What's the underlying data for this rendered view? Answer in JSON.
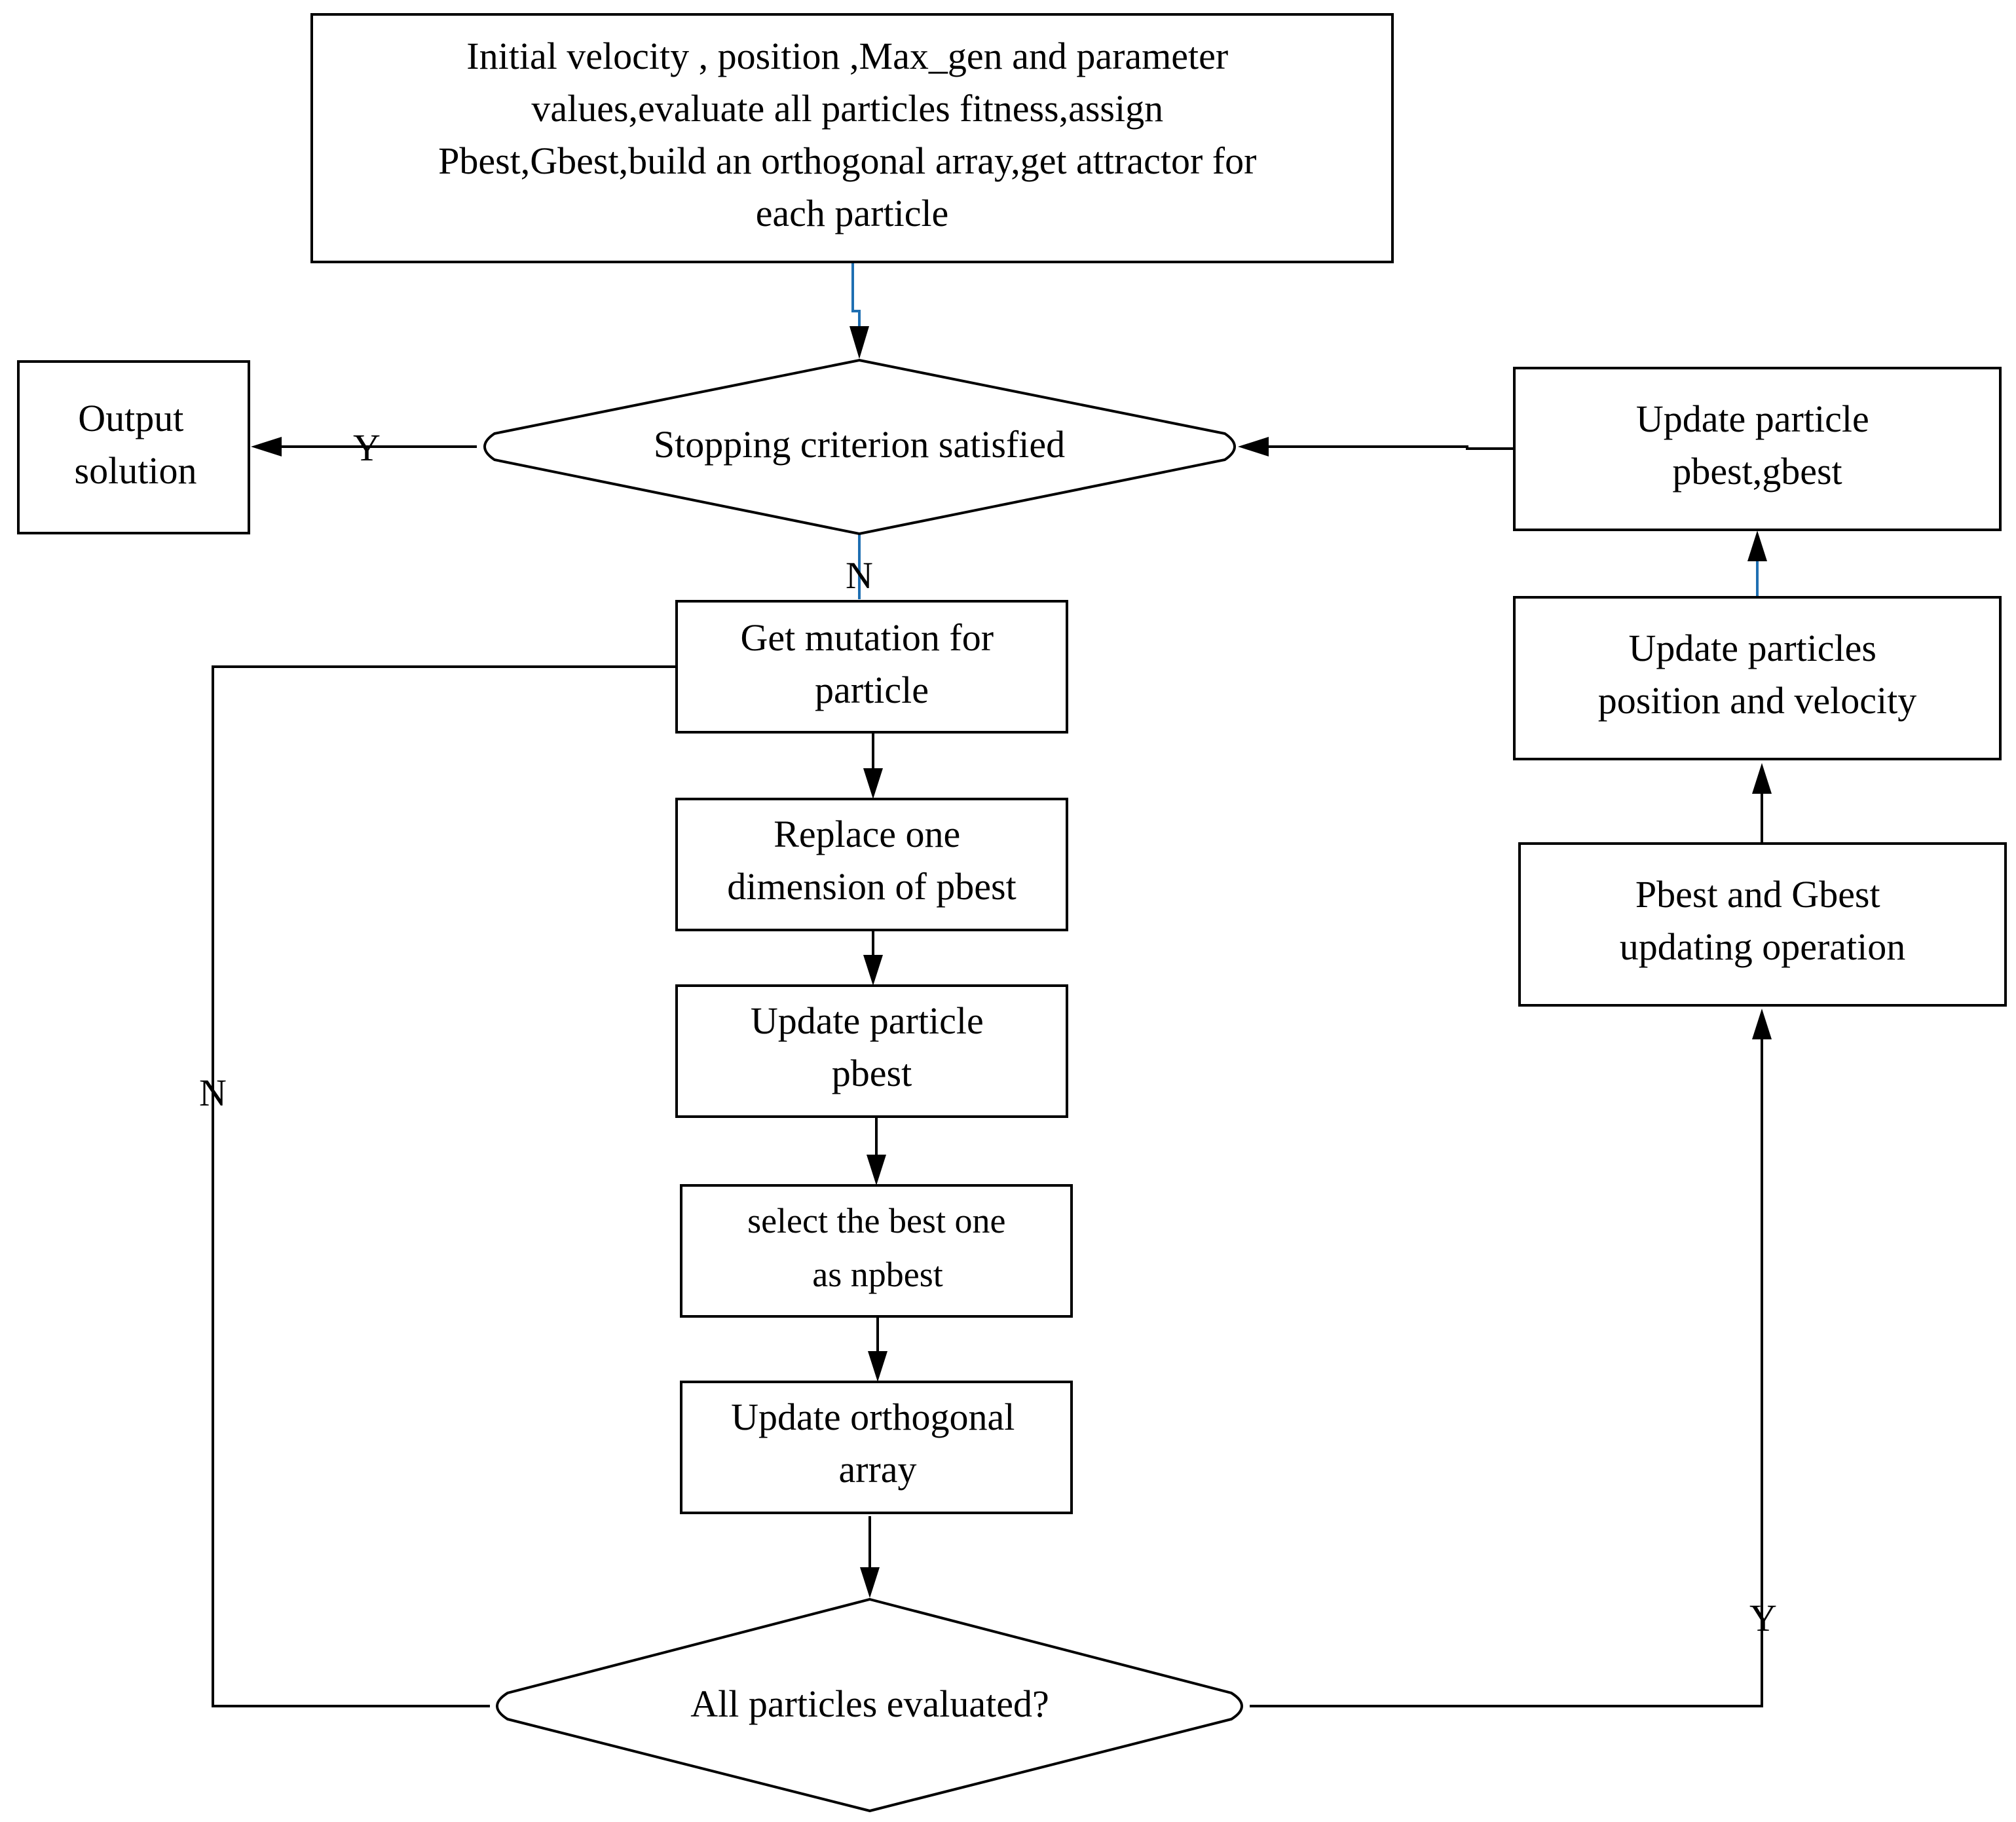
{
  "nodes": {
    "init": {
      "lines": [
        "Initial  velocity , position ,Max_gen and parameter",
        "values,evaluate all particles fitness,assign",
        "Pbest,Gbest,build an orthogonal array,get attractor for",
        "each particle"
      ]
    },
    "stopping": {
      "lines": [
        "Stopping criterion satisfied"
      ]
    },
    "output": {
      "lines": [
        "Output",
        "solution"
      ]
    },
    "mutation": {
      "lines": [
        "Get  mutation for",
        "particle"
      ]
    },
    "replace": {
      "lines": [
        "Replace one",
        "dimension of pbest"
      ]
    },
    "update_pbest": {
      "lines": [
        "Update particle",
        "pbest"
      ]
    },
    "select_best": {
      "lines": [
        "select the best one",
        "as npbest"
      ]
    },
    "update_array": {
      "lines": [
        "Update orthogonal",
        "array"
      ]
    },
    "all_evaluated": {
      "lines": [
        "All particles evaluated?"
      ]
    },
    "pg_update": {
      "lines": [
        "Pbest and Gbest",
        "updating operation"
      ]
    },
    "pos_vel": {
      "lines": [
        "Update particles",
        "position and velocity"
      ]
    },
    "pbest_gbest": {
      "lines": [
        "Update particle",
        "pbest,gbest"
      ]
    }
  },
  "edge_labels": {
    "stop_yes": "Y",
    "stop_no": "N",
    "loop_no": "N",
    "eval_yes": "Y"
  }
}
